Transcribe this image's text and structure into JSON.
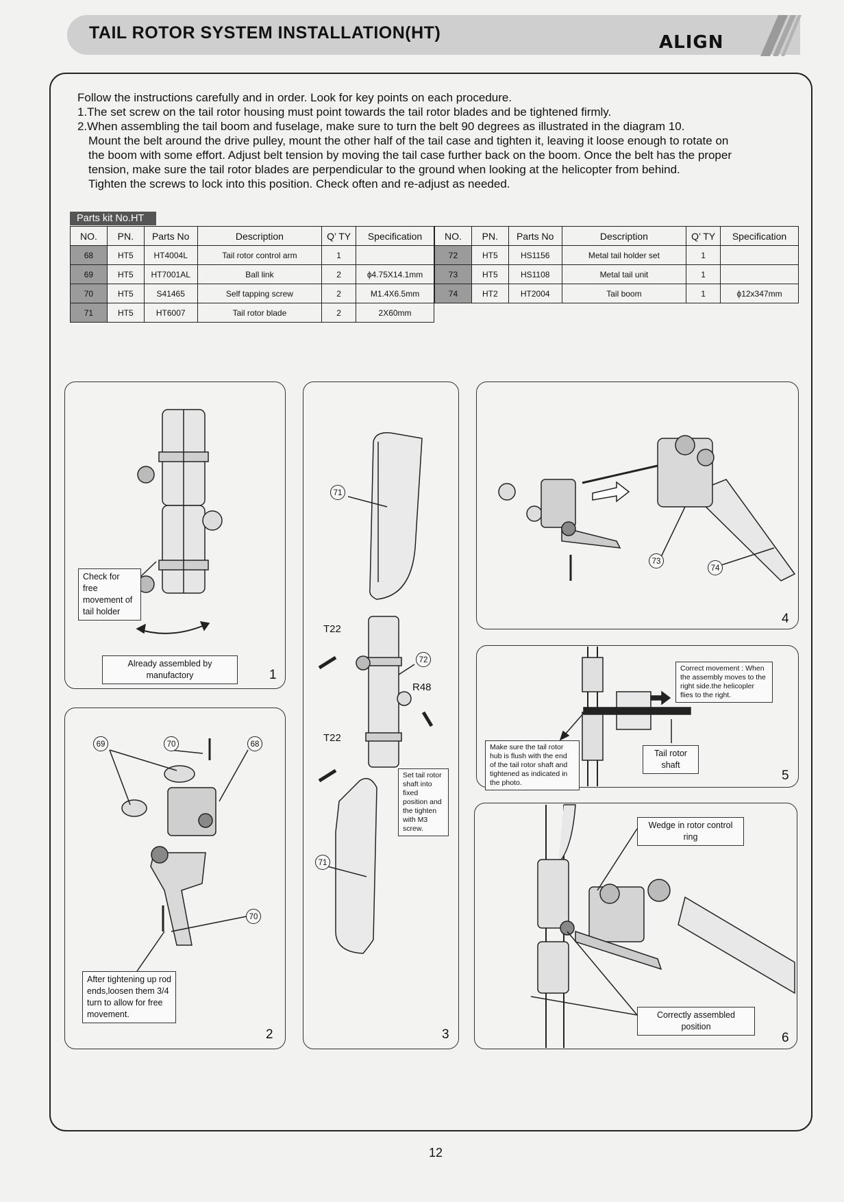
{
  "header": {
    "title": "TAIL ROTOR SYSTEM INSTALLATION(HT)",
    "brand": "ALIGN"
  },
  "instructions": {
    "intro": "Follow the instructions carefully and in order. Look for key points on each procedure.",
    "step1": "1.The set screw on the tail rotor housing must point towards the tail rotor blades and be tightened firmly.",
    "step2_lines": [
      "2.When assembling the tail boom and fuselage, make sure to turn the belt 90 degrees as illustrated in the diagram 10.",
      "Mount the belt around the drive pulley, mount the other half of the tail case and tighten it, leaving it loose enough to rotate on",
      "the boom with some effort. Adjust belt tension by moving the tail case further back on the boom. Once the belt has the proper",
      "tension, make sure the tail rotor blades are perpendicular to the ground when looking at the helicopter from behind.",
      "Tighten the screws to lock into this position. Check often and re-adjust as needed."
    ]
  },
  "parts_kit": {
    "label": "Parts kit No.HT",
    "headers": [
      "NO.",
      "PN.",
      "Parts No",
      "Description",
      "Q’ TY",
      "Specification"
    ],
    "left_rows": [
      [
        "68",
        "HT5",
        "HT4004L",
        "Tail rotor control arm",
        "1",
        ""
      ],
      [
        "69",
        "HT5",
        "HT7001AL",
        "Ball link",
        "2",
        "ϕ4.75X14.1mm"
      ],
      [
        "70",
        "HT5",
        "S41465",
        "Self tapping screw",
        "2",
        "M1.4X6.5mm"
      ],
      [
        "71",
        "HT5",
        "HT6007",
        "Tail rotor blade",
        "2",
        "2X60mm"
      ]
    ],
    "right_rows": [
      [
        "72",
        "HT5",
        "HS1156",
        "Metal tail holder set",
        "1",
        ""
      ],
      [
        "73",
        "HT5",
        "HS1108",
        "Metal tail unit",
        "1",
        ""
      ],
      [
        "74",
        "HT2",
        "HT2004",
        "Tail boom",
        "1",
        "ϕ12x347mm"
      ]
    ]
  },
  "panels": {
    "p1": {
      "number": "1",
      "callout": "Check for free movement of tail holder",
      "note": "Already assembled by manufactory"
    },
    "p2": {
      "number": "2",
      "callout": "After tightening up rod ends,loosen them 3/4 turn to allow for free movement.",
      "refs": [
        "69",
        "70",
        "68",
        "70"
      ]
    },
    "p3": {
      "number": "3",
      "refs": [
        "71",
        "72",
        "71"
      ],
      "tool1": "T22",
      "tool2": "R48",
      "tool3": "T22",
      "callout": "Set tail rotor shaft into fixed position and the tighten with M3 screw."
    },
    "p4": {
      "number": "4",
      "refs": [
        "73",
        "74"
      ]
    },
    "p5": {
      "number": "5",
      "callout_right": "Correct movement : When the assembly moves to the right side.the helicopler flies to the right.",
      "callout_left": "Make sure the tail rotor hub is flush with the end of the tail rotor shaft and tightened as indicated in the photo.",
      "label": "Tail rotor shaft"
    },
    "p6": {
      "number": "6",
      "label_top": "Wedge in rotor control ring",
      "label_bottom": "Correctly assembled position"
    }
  },
  "page_number": "12"
}
